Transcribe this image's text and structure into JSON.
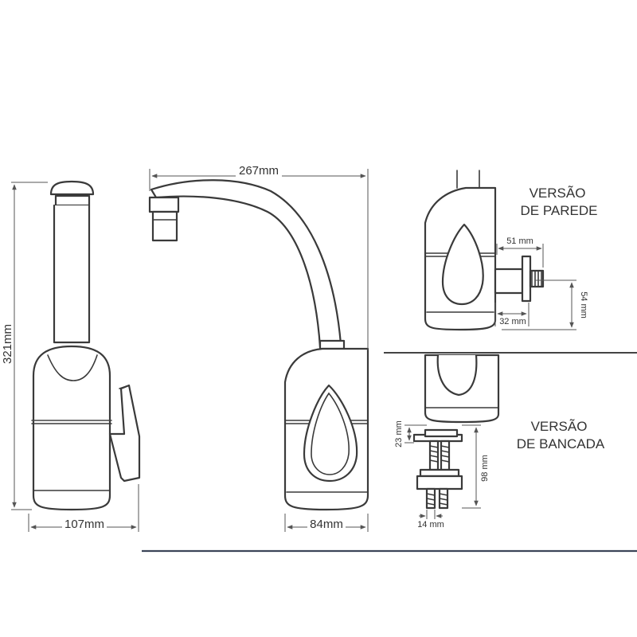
{
  "dimensions": {
    "width_267": "267mm",
    "height_321": "321mm",
    "base_107": "107mm",
    "base_84": "84mm",
    "wall_51": "51 mm",
    "wall_32": "32 mm",
    "wall_54": "54 mm",
    "bench_23": "23 mm",
    "bench_98": "98 mm",
    "bench_14": "14 mm"
  },
  "labels": {
    "wall_version_line1": "VERSÃO",
    "wall_version_line2": "DE PAREDE",
    "bench_version_line1": "VERSÃO",
    "bench_version_line2": "DE BANCADA"
  },
  "colors": {
    "outline": "#3a3a3a",
    "divider": "#555555",
    "bottom_rule": "#3c4558"
  }
}
